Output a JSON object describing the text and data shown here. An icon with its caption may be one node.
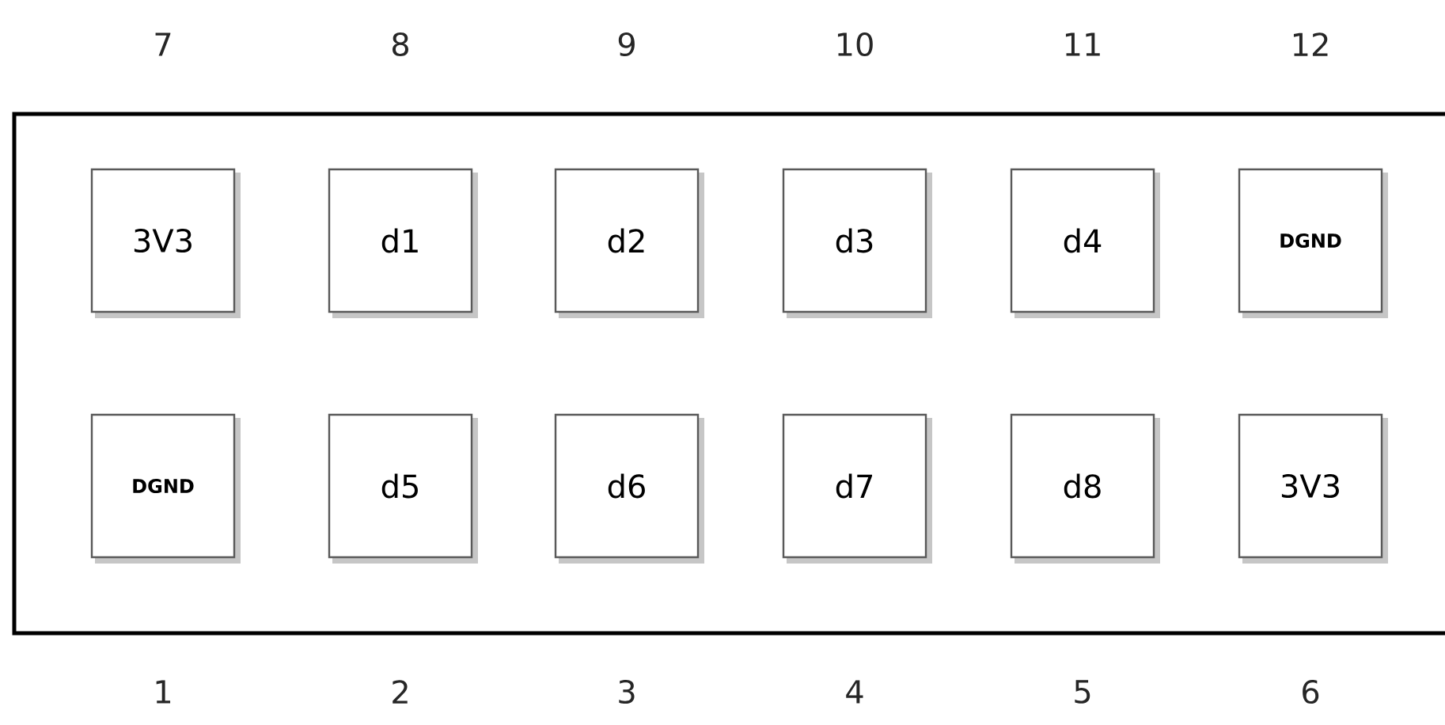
{
  "diagram": {
    "nodes": [
      {
        "text": [],
        "shape": "box"
      },
      {
        "text": [
          "3V3"
        ],
        "in": 0,
        "beside": [
          "7"
        ]
      },
      {
        "text": [
          "d1"
        ],
        "in": 0,
        "beside": [
          "8"
        ]
      },
      {
        "text": [
          "d2"
        ],
        "in": 0,
        "beside": [
          "9"
        ]
      },
      {
        "text": [
          "d3"
        ],
        "in": 0,
        "beside": [
          "10"
        ]
      },
      {
        "text": [
          "d4"
        ],
        "in": 0,
        "beside": [
          "11"
        ]
      },
      {
        "text": [
          "DGND"
        ],
        "in": 0,
        "beside": [
          "12"
        ]
      },
      {
        "text": [
          "DGND"
        ],
        "in": 0,
        "beside": [
          "1"
        ]
      },
      {
        "text": [
          "d5"
        ],
        "in": 0,
        "beside": [
          "2"
        ]
      },
      {
        "text": [
          "d6"
        ],
        "in": 0,
        "beside": [
          "3"
        ]
      },
      {
        "text": [
          "d7"
        ],
        "in": 0,
        "beside": [
          "4"
        ]
      },
      {
        "text": [
          "d8"
        ],
        "in": 0,
        "beside": [
          "5"
        ]
      },
      {
        "text": [
          "3V3"
        ],
        "in": 0,
        "beside": [
          "6"
        ]
      }
    ]
  }
}
